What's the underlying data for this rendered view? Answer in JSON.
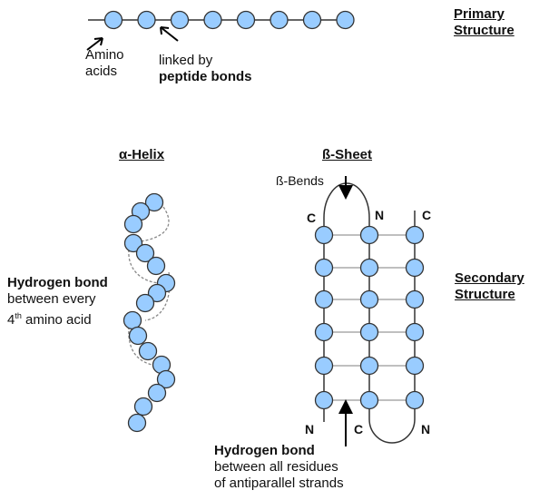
{
  "colors": {
    "residue": "#99ccff",
    "outline": "#333333",
    "bond": "#999999",
    "dashed": "#888888"
  },
  "primary": {
    "title_line1": "Primary",
    "title_line2": "Structure",
    "amino_line1": "Amino",
    "amino_line2": "acids",
    "linked_line1": "linked by",
    "linked_line2": "peptide bonds",
    "residue_count": 8
  },
  "secondary": {
    "title_line1": "Secondary",
    "title_line2": "Structure"
  },
  "helix": {
    "title": "α-Helix",
    "hbond_title": "Hydrogen bond",
    "hbond_line2": "between every",
    "hbond_ordinal": "4",
    "hbond_sup": "th",
    "hbond_line3_rest": " amino acid",
    "residue_count": 17
  },
  "sheet": {
    "title": "ß-Sheet",
    "bends_label": "ß-Bends",
    "strand_labels": {
      "s1_top": "C",
      "s2_top": "N",
      "s3_top": "C",
      "s1_bottom": "N",
      "s2_bottom": "C",
      "s3_bottom": "N"
    },
    "hbond_title": "Hydrogen bond",
    "hbond_line2": "between all residues",
    "hbond_line3": "of antiparallel strands",
    "strands": 3,
    "residues_per_strand": 6
  }
}
